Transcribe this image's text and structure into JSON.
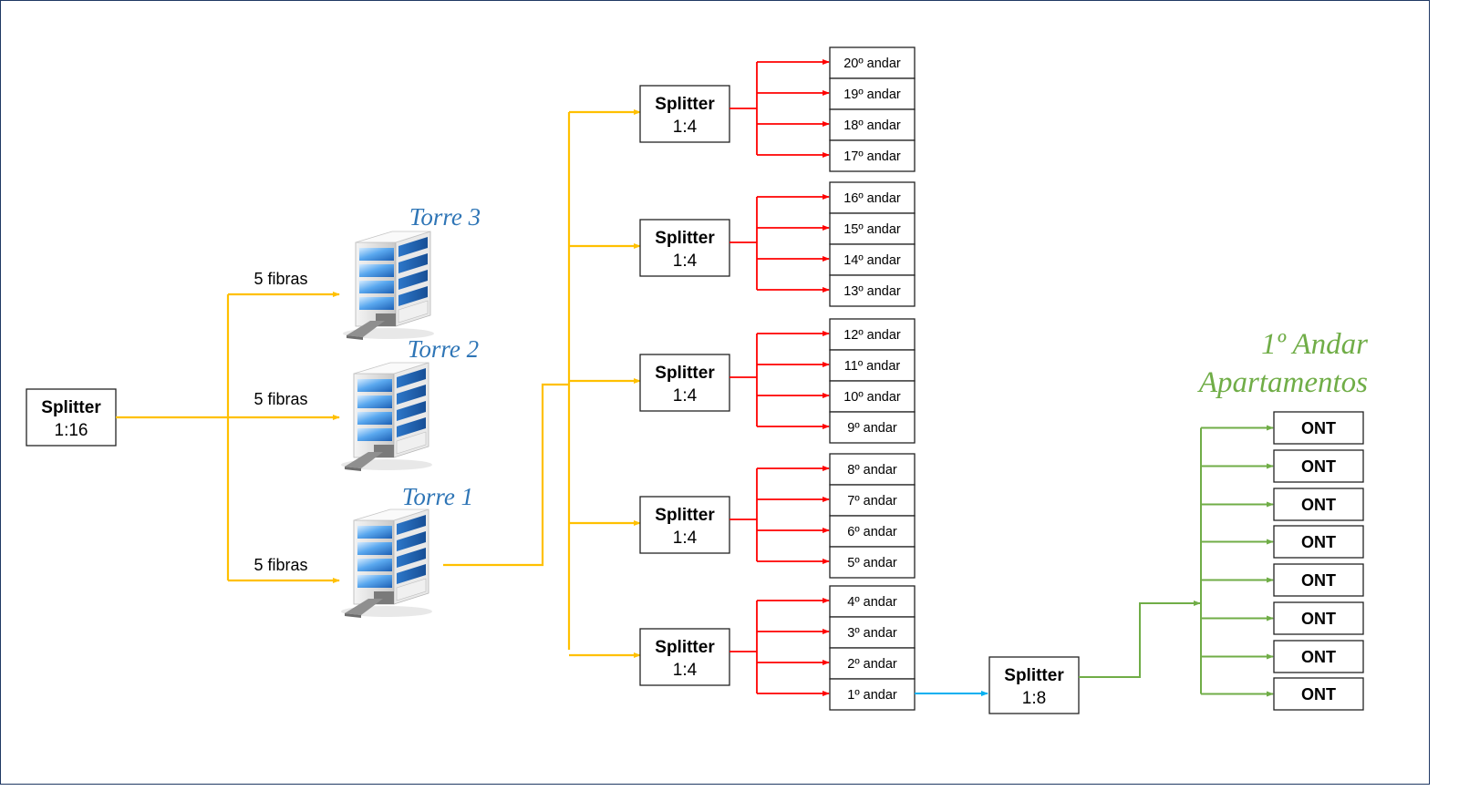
{
  "root_splitter": {
    "name": "Splitter",
    "ratio": "1:16"
  },
  "fiber_labels": [
    "5 fibras",
    "5 fibras",
    "5 fibras"
  ],
  "towers": [
    "Torre 3",
    "Torre 2",
    "Torre 1"
  ],
  "floor_splitters": [
    {
      "name": "Splitter",
      "ratio": "1:4",
      "floors": [
        "20º andar",
        "19º andar",
        "18º andar",
        "17º andar"
      ]
    },
    {
      "name": "Splitter",
      "ratio": "1:4",
      "floors": [
        "16º andar",
        "15º andar",
        "14º andar",
        "13º andar"
      ]
    },
    {
      "name": "Splitter",
      "ratio": "1:4",
      "floors": [
        "12º andar",
        "11º andar",
        "10º andar",
        "9º andar"
      ]
    },
    {
      "name": "Splitter",
      "ratio": "1:4",
      "floors": [
        "8º andar",
        "7º andar",
        "6º andar",
        "5º andar"
      ]
    },
    {
      "name": "Splitter",
      "ratio": "1:4",
      "floors": [
        "4º andar",
        "3º andar",
        "2º andar",
        "1º andar"
      ]
    }
  ],
  "apartment_splitter": {
    "name": "Splitter",
    "ratio": "1:8"
  },
  "apartments_title": {
    "line1": "1º Andar",
    "line2": "Apartamentos"
  },
  "onts": [
    "ONT",
    "ONT",
    "ONT",
    "ONT",
    "ONT",
    "ONT",
    "ONT",
    "ONT"
  ],
  "colors": {
    "feeder": "#ffc000",
    "floor_link": "#ff0000",
    "drop": "#00b0f0",
    "apartment_link": "#70ad47",
    "tower_label": "#2e75b6",
    "border": "#1f3864"
  }
}
